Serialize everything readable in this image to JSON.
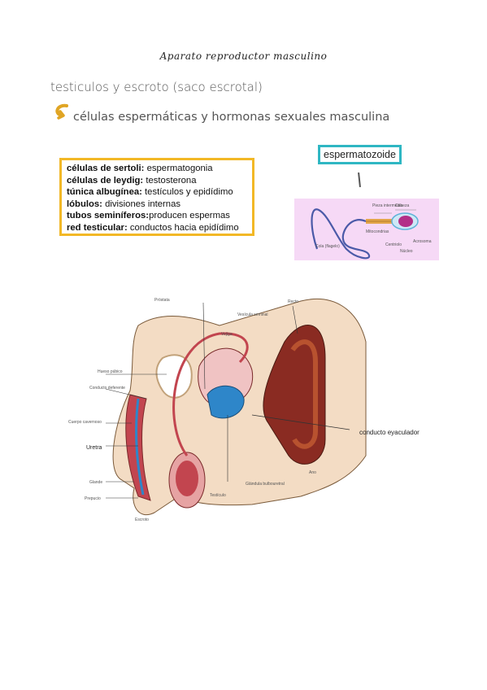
{
  "title": "Aparato reproductor masculino",
  "line1": "testiculos y escroto (saco escrotal)",
  "line2": "células espermáticas y hormonas sexuales masculina",
  "definitions": [
    {
      "term": "células de sertoli:",
      "desc": " espermatogonia"
    },
    {
      "term": "células de leydig:",
      "desc": " testosterona"
    },
    {
      "term": "túnica albugínea:",
      "desc": " testículos y epidídimo"
    },
    {
      "term": "lóbulos:",
      "desc": " divisiones internas"
    },
    {
      "term": "tubos seminíferos:",
      "desc": "producen espermas"
    },
    {
      "term": "red testicular:",
      "desc": " conductos hacia epidídimo"
    }
  ],
  "sperm": {
    "label": "espermatozoide",
    "parts": {
      "cabeza": "Cabeza",
      "pieza_intermedia": "Pieza intermedia",
      "cola": "Cola (flagelo)",
      "mitocondrias": "Mitocondrias",
      "centriolos": "Centriolo",
      "nucleo": "Núcleo",
      "acrosoma": "Acrosoma"
    }
  },
  "anatomy": {
    "labels": {
      "prostata": "Próstata",
      "recto": "Recto",
      "vesicula": "Vesícula seminal",
      "vejiga": "Vejiga",
      "hueso": "Hueso púbico",
      "conducto_deferente": "Conducto deferente",
      "cuerpo_esponjoso": "Cuerpo cavernoso",
      "uretra": "Uretra",
      "glande": "Glande",
      "prepucio": "Prepucio",
      "escroto": "Escroto",
      "testiculo": "Testículo",
      "glandula_bulbouretral": "Glándula bulbouretral",
      "ano": "Ano",
      "conducto_eyaculador": "conducto eyaculador"
    }
  },
  "colors": {
    "def_border": "#f2b826",
    "sperm_border": "#2fb7c3",
    "sperm_panel": "#f6d9f6",
    "tissue": "#c2454f",
    "bladder": "#2e86c9"
  }
}
